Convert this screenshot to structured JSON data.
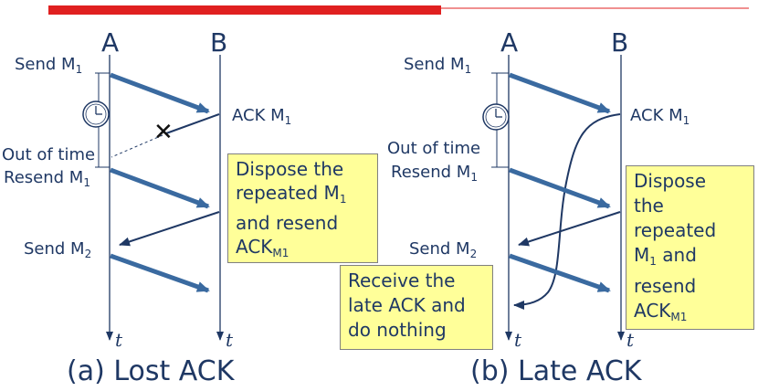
{
  "colors": {
    "header_bar": "#e02020",
    "arrow": "#3a6aa0",
    "note_bg": "#ffff99",
    "text": "#1f3864"
  },
  "panel_a": {
    "label_a": "A",
    "label_b": "B",
    "send_m": "Send M",
    "sub_1": "1",
    "sub_2": "2",
    "ack_m": "ACK M",
    "out_of_time": "Out of time",
    "resend_m": "Resend M",
    "note_line1": "Dispose the",
    "note_line2": "repeated M",
    "note_line3": "and resend",
    "note_line4": "ACK",
    "note_sub": "M1",
    "t": "t",
    "caption": "(a) Lost ACK",
    "lost_marker": "✕",
    "clock_icon": "clock-icon"
  },
  "panel_b": {
    "label_a": "A",
    "label_b": "B",
    "send_m": "Send M",
    "sub_1": "1",
    "sub_2": "2",
    "ack_m": "ACK M",
    "out_of_time": "Out of time",
    "resend_m": "Resend M",
    "note_line1": "Dispose",
    "note_line2": "the",
    "note_line3": "repeated",
    "note_line4": "M",
    "note_line4b": "and",
    "note_line5": "resend",
    "note_line6": "ACK",
    "note_sub": "M1",
    "note2_line1": "Receive the",
    "note2_line2": "late ACK and",
    "note2_line3": "do nothing",
    "t": "t",
    "caption": "(b) Late ACK",
    "clock_icon": "clock-icon"
  }
}
